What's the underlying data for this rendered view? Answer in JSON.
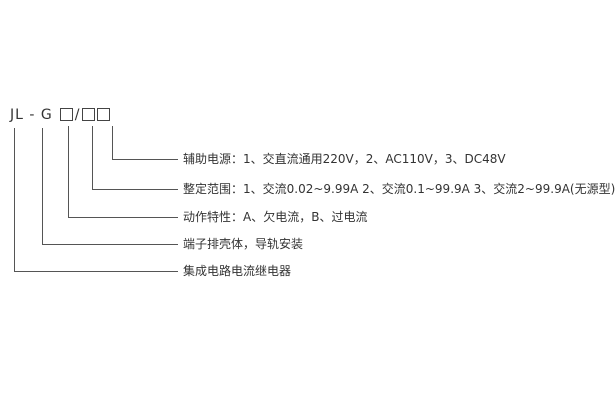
{
  "model": {
    "prefix": "JL - G",
    "slash": "/"
  },
  "labels": [
    {
      "id": "aux-power",
      "text": "辅助电源：1、交直流通用220V，2、AC110V，3、DC48V"
    },
    {
      "id": "setting-range",
      "text": "整定范围：1、交流0.02~9.99A  2、交流0.1~99.9A  3、交流2~99.9A(无源型)"
    },
    {
      "id": "action-type",
      "text": "动作特性：A、欠电流，B、过电流"
    },
    {
      "id": "housing",
      "text": "端子排壳体，导轨安装"
    },
    {
      "id": "product-name",
      "text": "集成电路电流继电器"
    }
  ]
}
